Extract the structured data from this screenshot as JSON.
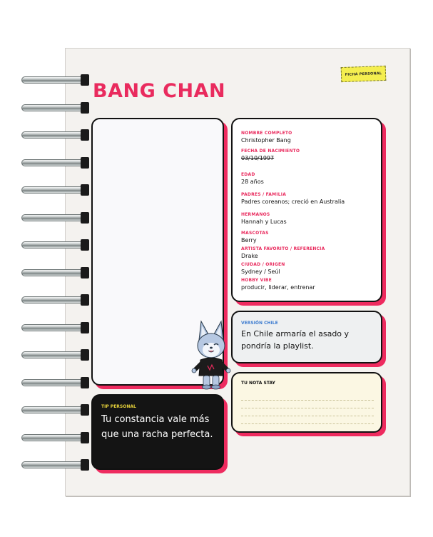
{
  "title": "BANG CHAN",
  "sticky_note": "FICHA PERSONAL",
  "colors": {
    "accent_pink": "#e92b5e",
    "accent_blue": "#3f7dd0",
    "accent_yellow": "#f4ee4f"
  },
  "profile": {
    "fields": [
      {
        "label": "NOMBRE COMPLETO",
        "value": "Christopher Bang"
      },
      {
        "label": "FECHA DE NACIMIENTO",
        "value": "03/10/1997"
      },
      {
        "label": "EDAD",
        "value": "28 años"
      },
      {
        "label": "PADRES / FAMILIA",
        "value": "Padres coreanos; creció en Australia"
      },
      {
        "label": "HERMANOS",
        "value": "Hannah y Lucas"
      },
      {
        "label": "MASCOTAS",
        "value": "Berry"
      },
      {
        "label": "ARTISTA FAVORITO / REFERENCIA",
        "value": "Drake"
      },
      {
        "label": "CIUDAD / ORIGEN",
        "value": "Sydney / Seúl"
      },
      {
        "label": "HOBBY VIBE",
        "value": "producir, liderar, entrenar"
      }
    ]
  },
  "chile_version": {
    "label": "VERSIÓN CHILE",
    "text": "En Chile armaría el asado y pondría la playlist."
  },
  "note": {
    "label": "TU NOTA STAY"
  },
  "tip": {
    "label": "TIP PERSONAL",
    "text": "Tu constancia vale más que una racha perfecta."
  },
  "mascot_icon": "wolf-mascot-icon"
}
